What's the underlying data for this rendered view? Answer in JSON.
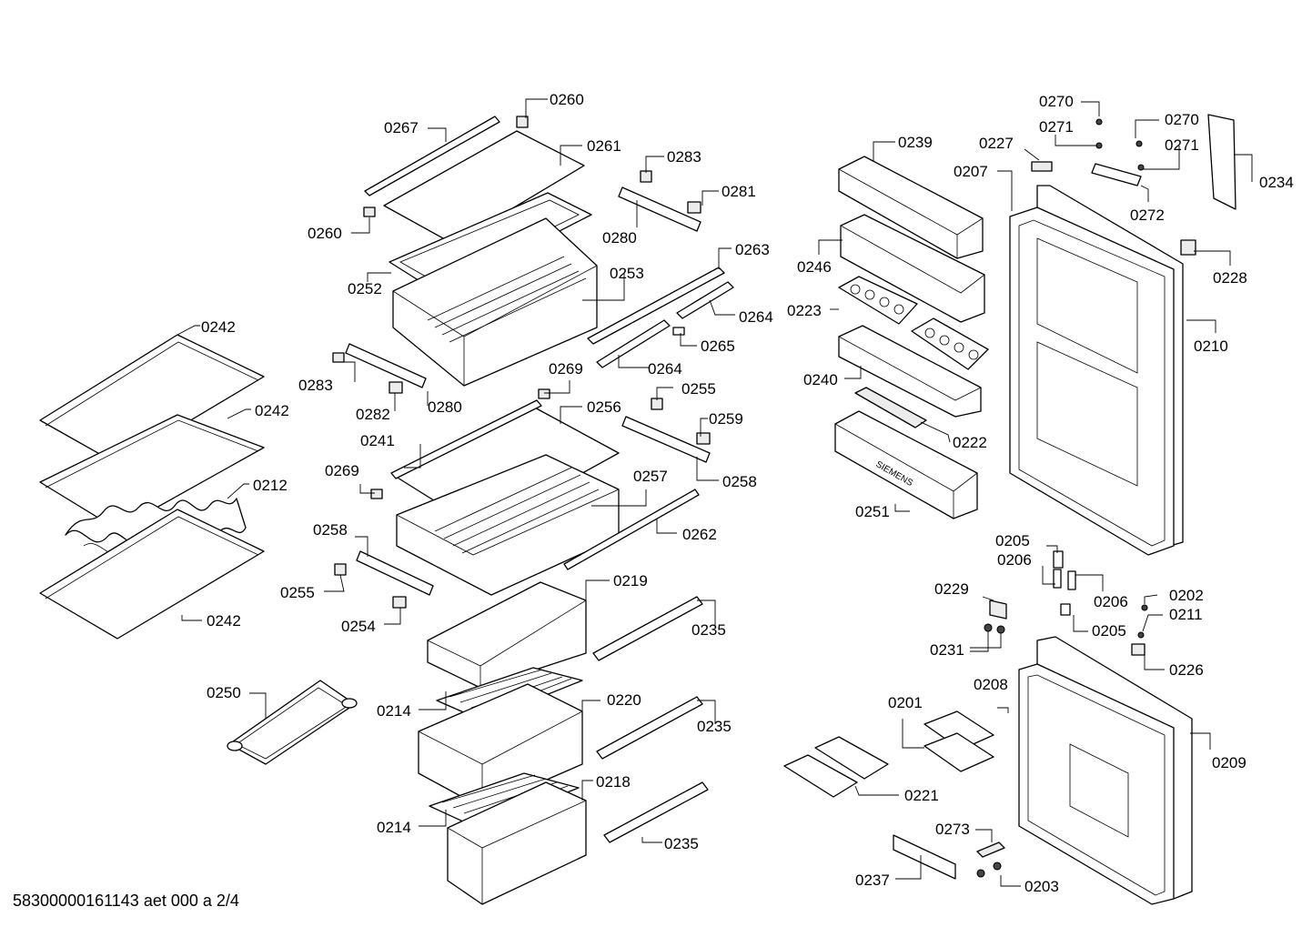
{
  "brand_text": "SIEMENS",
  "footer_text": "58300000161143 aet 000 a 2/4",
  "callouts": [
    {
      "id": "0267"
    },
    {
      "id": "0260"
    },
    {
      "id": "0261"
    },
    {
      "id": "0260"
    },
    {
      "id": "0283"
    },
    {
      "id": "0281"
    },
    {
      "id": "0280"
    },
    {
      "id": "0252"
    },
    {
      "id": "0253"
    },
    {
      "id": "0263"
    },
    {
      "id": "0264"
    },
    {
      "id": "0265"
    },
    {
      "id": "0264"
    },
    {
      "id": "0283"
    },
    {
      "id": "0282"
    },
    {
      "id": "0280"
    },
    {
      "id": "0269"
    },
    {
      "id": "0255"
    },
    {
      "id": "0256"
    },
    {
      "id": "0259"
    },
    {
      "id": "0241"
    },
    {
      "id": "0258"
    },
    {
      "id": "0269"
    },
    {
      "id": "0257"
    },
    {
      "id": "0262"
    },
    {
      "id": "0258"
    },
    {
      "id": "0255"
    },
    {
      "id": "0254"
    },
    {
      "id": "0219"
    },
    {
      "id": "0235"
    },
    {
      "id": "0214"
    },
    {
      "id": "0220"
    },
    {
      "id": "0235"
    },
    {
      "id": "0214"
    },
    {
      "id": "0218"
    },
    {
      "id": "0235"
    },
    {
      "id": "0242"
    },
    {
      "id": "0242"
    },
    {
      "id": "0212"
    },
    {
      "id": "0242"
    },
    {
      "id": "0250"
    },
    {
      "id": "0239"
    },
    {
      "id": "0246"
    },
    {
      "id": "0223"
    },
    {
      "id": "0240"
    },
    {
      "id": "0222"
    },
    {
      "id": "0251"
    },
    {
      "id": "0270"
    },
    {
      "id": "0271"
    },
    {
      "id": "0227"
    },
    {
      "id": "0207"
    },
    {
      "id": "0270"
    },
    {
      "id": "0271"
    },
    {
      "id": "0234"
    },
    {
      "id": "0272"
    },
    {
      "id": "0228"
    },
    {
      "id": "0210"
    },
    {
      "id": "0205"
    },
    {
      "id": "0206"
    },
    {
      "id": "0229"
    },
    {
      "id": "0206"
    },
    {
      "id": "0202"
    },
    {
      "id": "0211"
    },
    {
      "id": "0205"
    },
    {
      "id": "0231"
    },
    {
      "id": "0226"
    },
    {
      "id": "0201"
    },
    {
      "id": "0208"
    },
    {
      "id": "0209"
    },
    {
      "id": "0221"
    },
    {
      "id": "0273"
    },
    {
      "id": "0237"
    },
    {
      "id": "0203"
    }
  ]
}
